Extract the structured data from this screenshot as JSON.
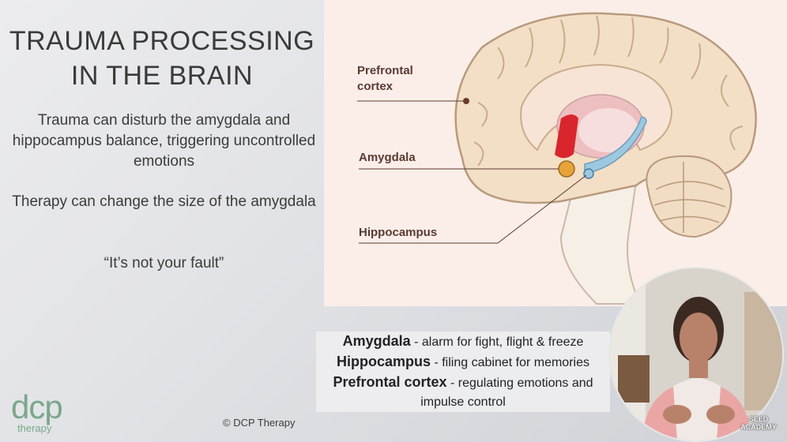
{
  "slide": {
    "title_lines": [
      "TRAUMA PROCESSING",
      "IN THE BRAIN"
    ],
    "paragraphs": [
      "Trauma can disturb the amygdala and hippocampus balance, triggering uncontrolled emotions",
      "Therapy can change the size of the amygdala",
      "“It’s not your fault”"
    ],
    "copyright": "© DCP Therapy"
  },
  "logo": {
    "main": "dcp",
    "sub": "therapy"
  },
  "brain_labels": {
    "prefrontal": "Prefrontal cortex",
    "amygdala": "Amygdala",
    "hippocampus": "Hippocampus"
  },
  "definitions": [
    {
      "term": "Amygdala",
      "desc": " - alarm for fight, flight & freeze"
    },
    {
      "term": "Hippocampus",
      "desc": " - filing cabinet for memories"
    },
    {
      "term": "Prefrontal cortex",
      "desc": " - regulating emotions and impulse control"
    }
  ],
  "watermark": {
    "line1": "SEED",
    "line2": "ACADEMY"
  },
  "colors": {
    "accent_green": "#7aa88a",
    "brain_bg": "#fbeee8",
    "amygdala": "#e8a23a",
    "hippocampus": "#9cc8e0",
    "red_region": "#d9262c"
  }
}
